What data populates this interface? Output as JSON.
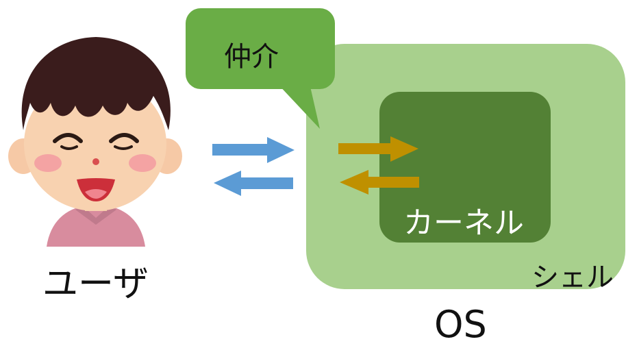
{
  "diagram": {
    "user_label": "ユーザ",
    "shell_label": "シェル",
    "os_label": "OS",
    "kernel_label": "カーネル",
    "mediation_label": "仲介",
    "colors": {
      "shell_fill": "#a8d08d",
      "kernel_fill": "#538135",
      "bubble_fill": "#6aad46",
      "user_arrows": "#5b9bd5",
      "kernel_arrows": "#bf9000"
    }
  }
}
